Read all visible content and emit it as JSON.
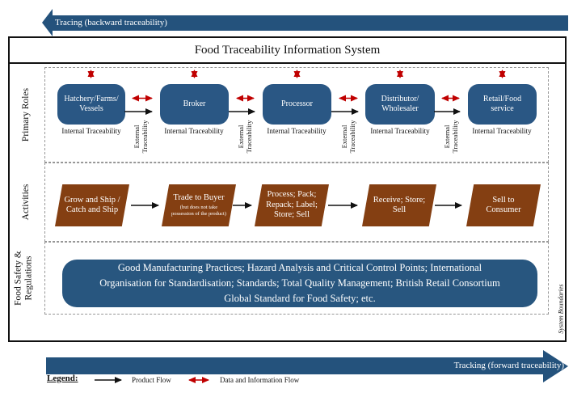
{
  "banners": {
    "tracing": "Tracing (backward traceability)",
    "tracking": "Tracking (forward traceability)"
  },
  "title": "Food Traceability Information System",
  "system_boundaries": "System Boundaries",
  "primary_roles": {
    "row_label": "Primary Roles",
    "internal_traceability": "Internal Traceability",
    "external_traceability": "External\nTraceability",
    "roles": [
      "Hatchery/Farms/\nVessels",
      "Broker",
      "Processor",
      "Distributor/\nWholesaler",
      "Retail/Food\nservice"
    ]
  },
  "activities": {
    "row_label": "Activities",
    "items": [
      {
        "title": "Grow and Ship /\nCatch and Ship"
      },
      {
        "title": "Trade to Buyer",
        "note": "(but does not take\npossession of the product)"
      },
      {
        "title": "Process; Pack;\nRepack; Label;\nStore; Sell"
      },
      {
        "title": "Receive; Store;\nSell"
      },
      {
        "title": "Sell to\nConsumer"
      }
    ]
  },
  "regulations": {
    "row_label": "Food Safety &\nRegulations",
    "text": "Good Manufacturing Practices; Hazard Analysis and Critical Control Points; International\nOrganisation for Standardisation; Standards; Total Quality Management; British Retail Consortium\nGlobal Standard for Food Safety; etc."
  },
  "legend": {
    "title": "Legend:",
    "product_flow": "Product Flow",
    "data_flow": "Data and Information Flow"
  },
  "colors": {
    "box_blue": "#2A5784",
    "banner_blue": "#24527C",
    "activity_brown": "#843F12",
    "data_flow_red": "#C00000",
    "product_flow_black": "#111111"
  }
}
